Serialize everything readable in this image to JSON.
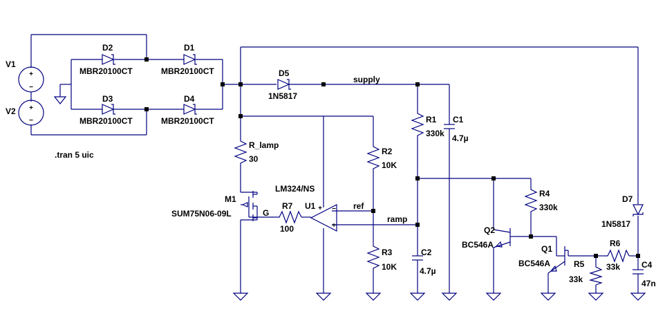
{
  "components": {
    "V1": {
      "name": "V1",
      "plus": "+",
      "minus": "−"
    },
    "V2": {
      "name": "V2",
      "plus": "+",
      "minus": "−"
    },
    "D1": {
      "name": "D1",
      "value": "MBR20100CT"
    },
    "D2": {
      "name": "D2",
      "value": "MBR20100CT"
    },
    "D3": {
      "name": "D3",
      "value": "MBR20100CT"
    },
    "D4": {
      "name": "D4",
      "value": "MBR20100CT"
    },
    "D5": {
      "name": "D5",
      "value": "1N5817"
    },
    "D7": {
      "name": "D7",
      "value": "1N5817"
    },
    "R_lamp": {
      "name": "R_lamp",
      "value": "30"
    },
    "M1": {
      "name": "M1",
      "value": "SUM75N06-09L"
    },
    "R7": {
      "name": "R7",
      "value": "100"
    },
    "U1": {
      "name": "U1",
      "value": "LM324/NS",
      "in_minus": "−",
      "in_plus": "+"
    },
    "R1": {
      "name": "R1",
      "value": "330k"
    },
    "C1": {
      "name": "C1",
      "value": "4.7µ"
    },
    "R2": {
      "name": "R2",
      "value": "10K"
    },
    "R3": {
      "name": "R3",
      "value": "10K"
    },
    "C2": {
      "name": "C2",
      "value": "4.7µ"
    },
    "R4": {
      "name": "R4",
      "value": "330k"
    },
    "Q1": {
      "name": "Q1",
      "value": "BC546A"
    },
    "Q2": {
      "name": "Q2",
      "value": "BC546A"
    },
    "R5": {
      "name": "R5",
      "value": "33k"
    },
    "R6": {
      "name": "R6",
      "value": "33k"
    },
    "C4": {
      "name": "C4",
      "value": "47n"
    }
  },
  "nets": {
    "supply": "supply",
    "ref": "ref",
    "ramp": "ramp",
    "gate": "G"
  },
  "directive": ".tran 5 uic",
  "colors": {
    "wire": "#000080",
    "text": "#000000",
    "background": "#ffffff"
  }
}
